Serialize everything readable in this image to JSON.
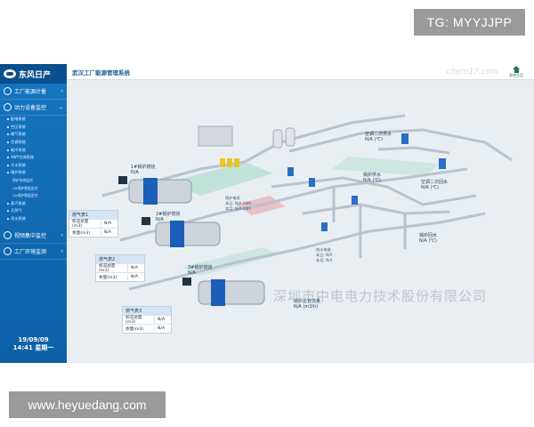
{
  "overlay": {
    "top_tag": "TG: MYYJJPP",
    "bottom_tag": "www.heyuedang.com"
  },
  "app": {
    "brand": "东风日产",
    "title": "武汉工厂能源管理系统",
    "home_label": "系统主页",
    "watermark": "chem17.com",
    "company_watermark": "深圳市中电电力技术股份有限公司"
  },
  "sidebar": {
    "sections": [
      {
        "label": "工厂能源计量",
        "chevron": "›"
      },
      {
        "label": "动力设备监控",
        "chevron": "⌄"
      }
    ],
    "sub_items": [
      "配电系统",
      "空压系统",
      "燃气系统",
      "空调系统",
      "制冷系统",
      "AWY空调系统",
      "冷水系统"
    ],
    "boiler": {
      "label": "锅炉系统",
      "children": [
        "锅炉系统监控",
        "1#锅炉数据监控",
        "2#锅炉数据监控"
      ]
    },
    "more_items": [
      "蒸汽系统",
      "天然气",
      "用水系统"
    ],
    "bottom_sections": [
      {
        "label": "视频集中监控",
        "chevron": "›"
      },
      {
        "label": "工厂环境监测",
        "chevron": "›"
      }
    ],
    "date": "19/09/09",
    "time": "14:41 星期一"
  },
  "diagram": {
    "boiler_labels": {
      "b1": {
        "name": "1#锅炉燃烧",
        "value": "N/A"
      },
      "b2": {
        "name": "2#锅炉燃烧",
        "value": "N/A"
      },
      "b3": {
        "name": "3#锅炉燃烧",
        "value": "N/A"
      }
    },
    "sensor_labels": {
      "ac2_water": {
        "name": "空调二次供水",
        "value": "N/A",
        "unit": "(℃)"
      },
      "boiler_supply": {
        "name": "锅炉供水",
        "value": "N/A",
        "unit": "(℃)"
      },
      "ac2_return": {
        "name": "空调二次回水",
        "value": "N/A",
        "unit": "(℃)"
      },
      "boiler_return": {
        "name": "锅炉回水",
        "value": "N/A",
        "unit": "(℃)"
      },
      "boiler_flow": {
        "name": "锅炉总管流量",
        "value": "N/A",
        "unit": "(m3/h)"
      }
    },
    "meter": {
      "title": "锅炉电表",
      "rows": [
        {
          "k": "本日:",
          "v": "N/A",
          "u": "kWh"
        },
        {
          "k": "本月:",
          "v": "N/A",
          "u": "kWh"
        }
      ]
    },
    "meter2": {
      "title": "热水电能",
      "rows": [
        {
          "k": "本日:",
          "v": "N/A"
        },
        {
          "k": "本月:",
          "v": "N/A"
        }
      ]
    },
    "gas_tanks": [
      {
        "header": "燃气表1",
        "rows": [
          {
            "k": "标况总量(m3)",
            "v": "N/A"
          },
          {
            "k": "余量(m3)",
            "v": "N/A"
          }
        ]
      },
      {
        "header": "燃气表2",
        "rows": [
          {
            "k": "标况总量(m3)",
            "v": "N/A"
          },
          {
            "k": "余量(m3)",
            "v": "N/A"
          }
        ]
      },
      {
        "header": "燃气表3",
        "rows": [
          {
            "k": "标况总量(m3)",
            "v": "N/A"
          },
          {
            "k": "余量(m3)",
            "v": "N/A"
          }
        ]
      }
    ]
  }
}
